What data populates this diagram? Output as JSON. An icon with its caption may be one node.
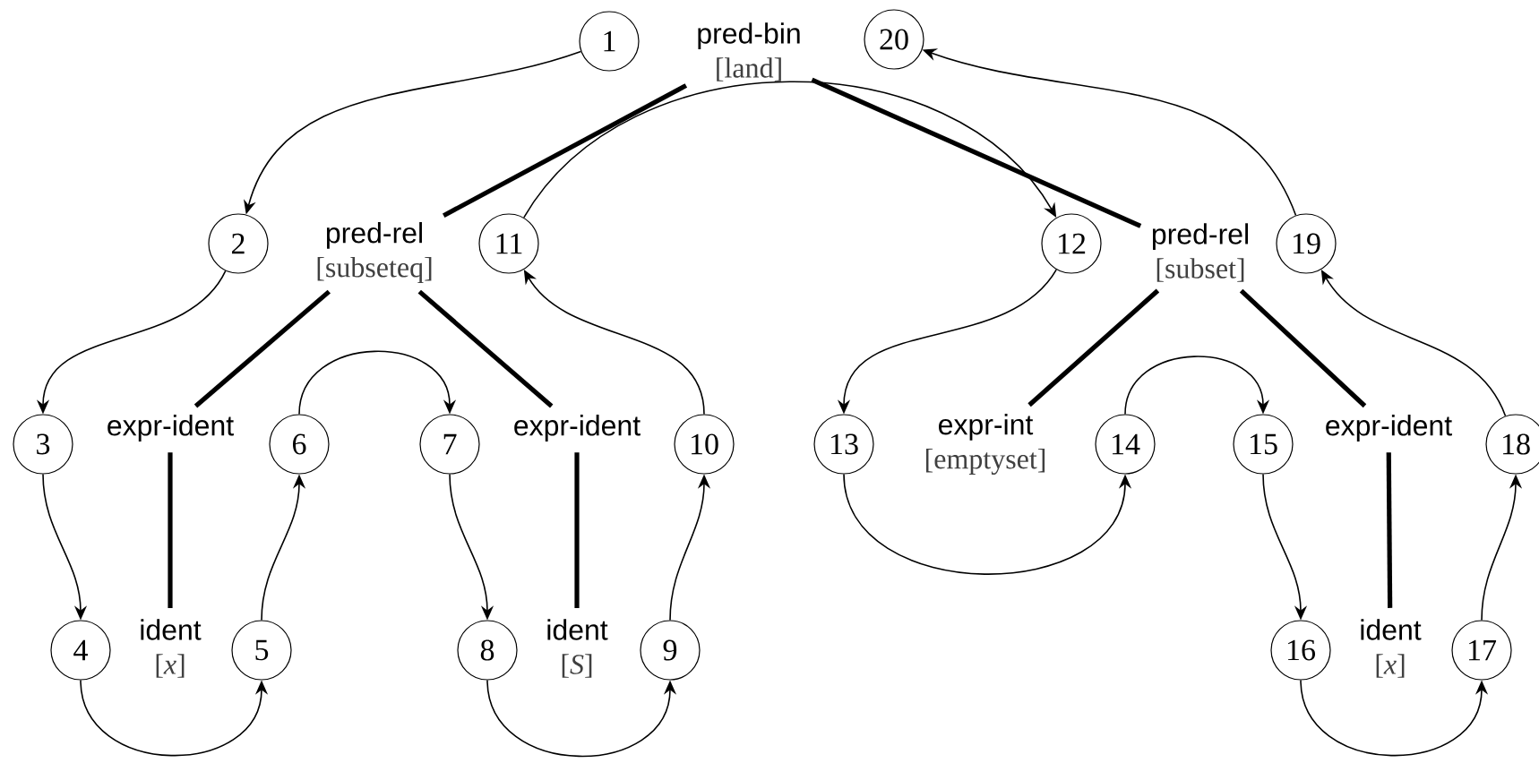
{
  "diagram": {
    "nodes": [
      {
        "text": [
          "1"
        ]
      },
      {
        "text": [
          "pred-bin",
          "[land]"
        ]
      },
      {
        "text": [
          "20"
        ]
      },
      {
        "text": [
          "2"
        ]
      },
      {
        "text": [
          "pred-rel",
          "[subseteq]"
        ]
      },
      {
        "text": [
          "11"
        ]
      },
      {
        "text": [
          "12"
        ]
      },
      {
        "text": [
          "pred-rel",
          "[subset]"
        ]
      },
      {
        "text": [
          "19"
        ]
      },
      {
        "text": [
          "3"
        ]
      },
      {
        "text": [
          "expr-ident"
        ]
      },
      {
        "text": [
          "6"
        ]
      },
      {
        "text": [
          "7"
        ]
      },
      {
        "text": [
          "expr-ident"
        ]
      },
      {
        "text": [
          "10"
        ]
      },
      {
        "text": [
          "13"
        ]
      },
      {
        "text": [
          "expr-int",
          "[emptyset]"
        ]
      },
      {
        "text": [
          "14"
        ]
      },
      {
        "text": [
          "15"
        ]
      },
      {
        "text": [
          "expr-ident"
        ]
      },
      {
        "text": [
          "18"
        ]
      },
      {
        "text": [
          "4"
        ]
      },
      {
        "text": [
          "ident",
          "[*x*]"
        ]
      },
      {
        "text": [
          "5"
        ]
      },
      {
        "text": [
          "8"
        ]
      },
      {
        "text": [
          "ident",
          "[*S*]"
        ]
      },
      {
        "text": [
          "9"
        ]
      },
      {
        "text": [
          "16"
        ]
      },
      {
        "text": [
          "ident",
          "[*x*]"
        ]
      },
      {
        "text": [
          "17"
        ]
      }
    ],
    "edges": [
      {
        "from": 1,
        "to": 4,
        "arrow": "none",
        "style": "thick"
      },
      {
        "from": 1,
        "to": 7,
        "arrow": "none",
        "style": "thick"
      },
      {
        "from": 4,
        "to": 10,
        "arrow": "none",
        "style": "thick"
      },
      {
        "from": 4,
        "to": 13,
        "arrow": "none",
        "style": "thick"
      },
      {
        "from": 10,
        "to": 22,
        "arrow": "none",
        "style": "thick"
      },
      {
        "from": 13,
        "to": 25,
        "arrow": "none",
        "style": "thick"
      },
      {
        "from": 7,
        "to": 16,
        "arrow": "none",
        "style": "thick"
      },
      {
        "from": 7,
        "to": 19,
        "arrow": "none",
        "style": "thick"
      },
      {
        "from": 19,
        "to": 28,
        "arrow": "none",
        "style": "thick"
      },
      {
        "from": 0,
        "to": 3,
        "arrow": "to"
      },
      {
        "from": 3,
        "to": 9,
        "arrow": "to"
      },
      {
        "from": 9,
        "to": 21,
        "arrow": "to"
      },
      {
        "from": 21,
        "to": 23,
        "arrow": "to"
      },
      {
        "from": 23,
        "to": 11,
        "arrow": "to"
      },
      {
        "from": 11,
        "to": 12,
        "arrow": "to"
      },
      {
        "from": 12,
        "to": 24,
        "arrow": "to"
      },
      {
        "from": 24,
        "to": 26,
        "arrow": "to"
      },
      {
        "from": 26,
        "to": 14,
        "arrow": "to"
      },
      {
        "from": 14,
        "to": 5,
        "arrow": "to"
      },
      {
        "from": 5,
        "to": 6,
        "arrow": "to"
      },
      {
        "from": 6,
        "to": 15,
        "arrow": "to"
      },
      {
        "from": 15,
        "to": 17,
        "arrow": "to"
      },
      {
        "from": 17,
        "to": 18,
        "arrow": "to"
      },
      {
        "from": 18,
        "to": 27,
        "arrow": "to"
      },
      {
        "from": 27,
        "to": 29,
        "arrow": "to"
      },
      {
        "from": 29,
        "to": 20,
        "arrow": "to"
      },
      {
        "from": 20,
        "to": 8,
        "arrow": "to"
      },
      {
        "from": 8,
        "to": 2,
        "arrow": "to"
      }
    ]
  }
}
